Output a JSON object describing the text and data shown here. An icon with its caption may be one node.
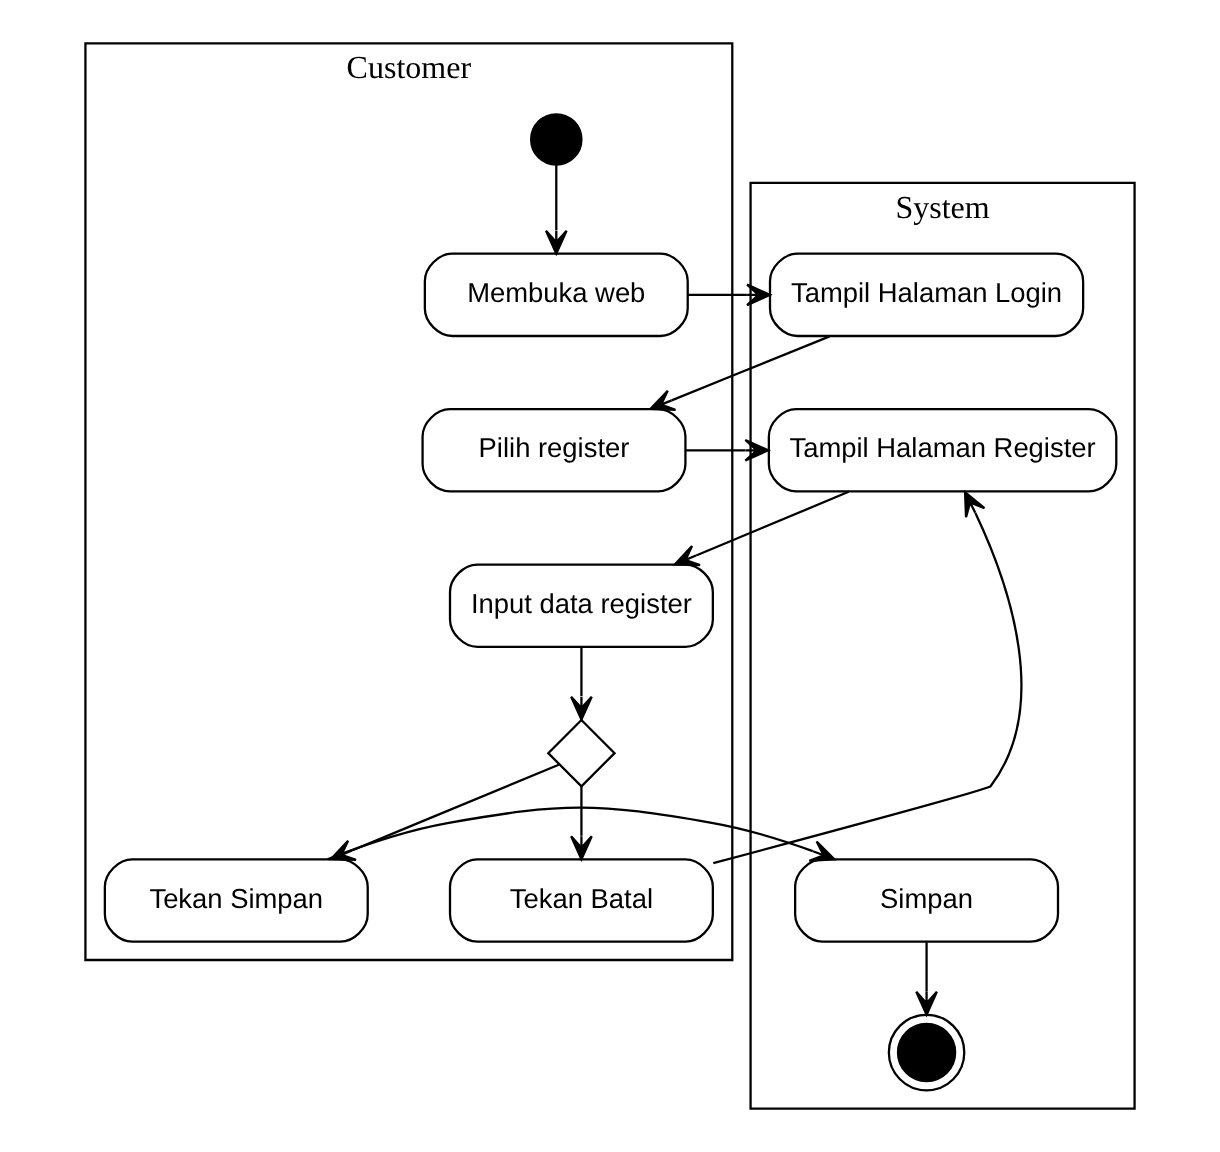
{
  "diagram": {
    "nodes": [
      {
        "text": [
          "Customer"
        ]
      },
      {
        "text": [
          "System"
        ]
      },
      {
        "text": [],
        "shape": "circle",
        "in": 0
      },
      {
        "text": [
          "Membuka web"
        ],
        "in": 0
      },
      {
        "text": [
          "Tampil Halaman Login"
        ],
        "in": 1
      },
      {
        "text": [
          "Pilih register"
        ],
        "in": 0
      },
      {
        "text": [
          "Tampil Halaman Register"
        ],
        "in": 1
      },
      {
        "text": [
          "Input data register"
        ],
        "in": 0
      },
      {
        "text": [],
        "shape": "diamond",
        "in": 0
      },
      {
        "text": [
          "Tekan Simpan"
        ],
        "in": 0
      },
      {
        "text": [
          "Tekan Batal"
        ],
        "in": 0
      },
      {
        "text": [
          "Simpan"
        ],
        "in": 1
      },
      {
        "text": [],
        "shape": "circle",
        "in": 1
      }
    ],
    "edges": [
      {
        "from": 2,
        "to": 3,
        "arrow": "to"
      },
      {
        "from": 3,
        "to": 4,
        "arrow": "to"
      },
      {
        "from": 4,
        "to": 5,
        "arrow": "to"
      },
      {
        "from": 5,
        "to": 6,
        "arrow": "to"
      },
      {
        "from": 6,
        "to": 7,
        "arrow": "to"
      },
      {
        "from": 7,
        "to": 8,
        "arrow": "to"
      },
      {
        "from": 8,
        "to": 9,
        "arrow": "to"
      },
      {
        "from": 8,
        "to": 10,
        "arrow": "to"
      },
      {
        "from": 10,
        "to": 6,
        "arrow": "to"
      },
      {
        "from": 9,
        "to": 11,
        "arrow": "to"
      },
      {
        "from": 11,
        "to": 12,
        "arrow": "to"
      }
    ]
  }
}
